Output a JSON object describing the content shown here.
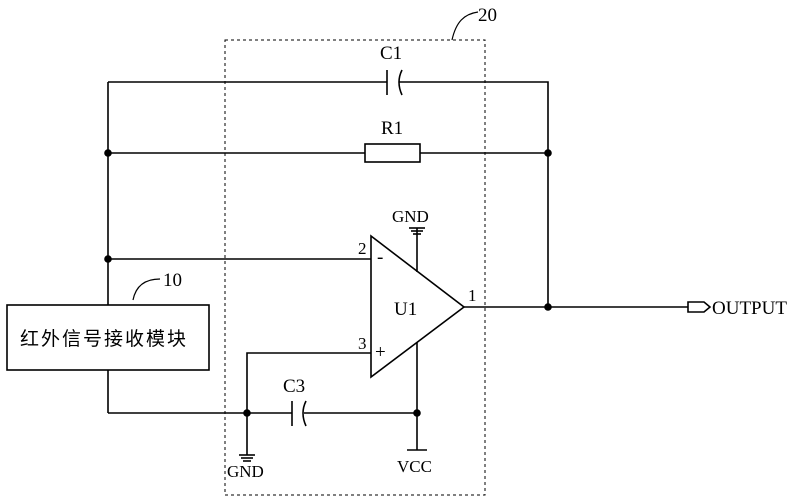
{
  "diagram": {
    "block_label_ref": "20",
    "module_ref": "10",
    "module_name": "红外信号接收模块",
    "capacitor_c1": "C1",
    "resistor_r1": "R1",
    "capacitor_c3": "C3",
    "amp_name": "U1",
    "pin_inverting": "2",
    "pin_noninverting": "3",
    "pin_output": "1",
    "minus_sign": "-",
    "plus_sign": "+",
    "gnd_top": "GND",
    "gnd_bottom": "GND",
    "vcc": "VCC",
    "output": "OUTPUT"
  }
}
